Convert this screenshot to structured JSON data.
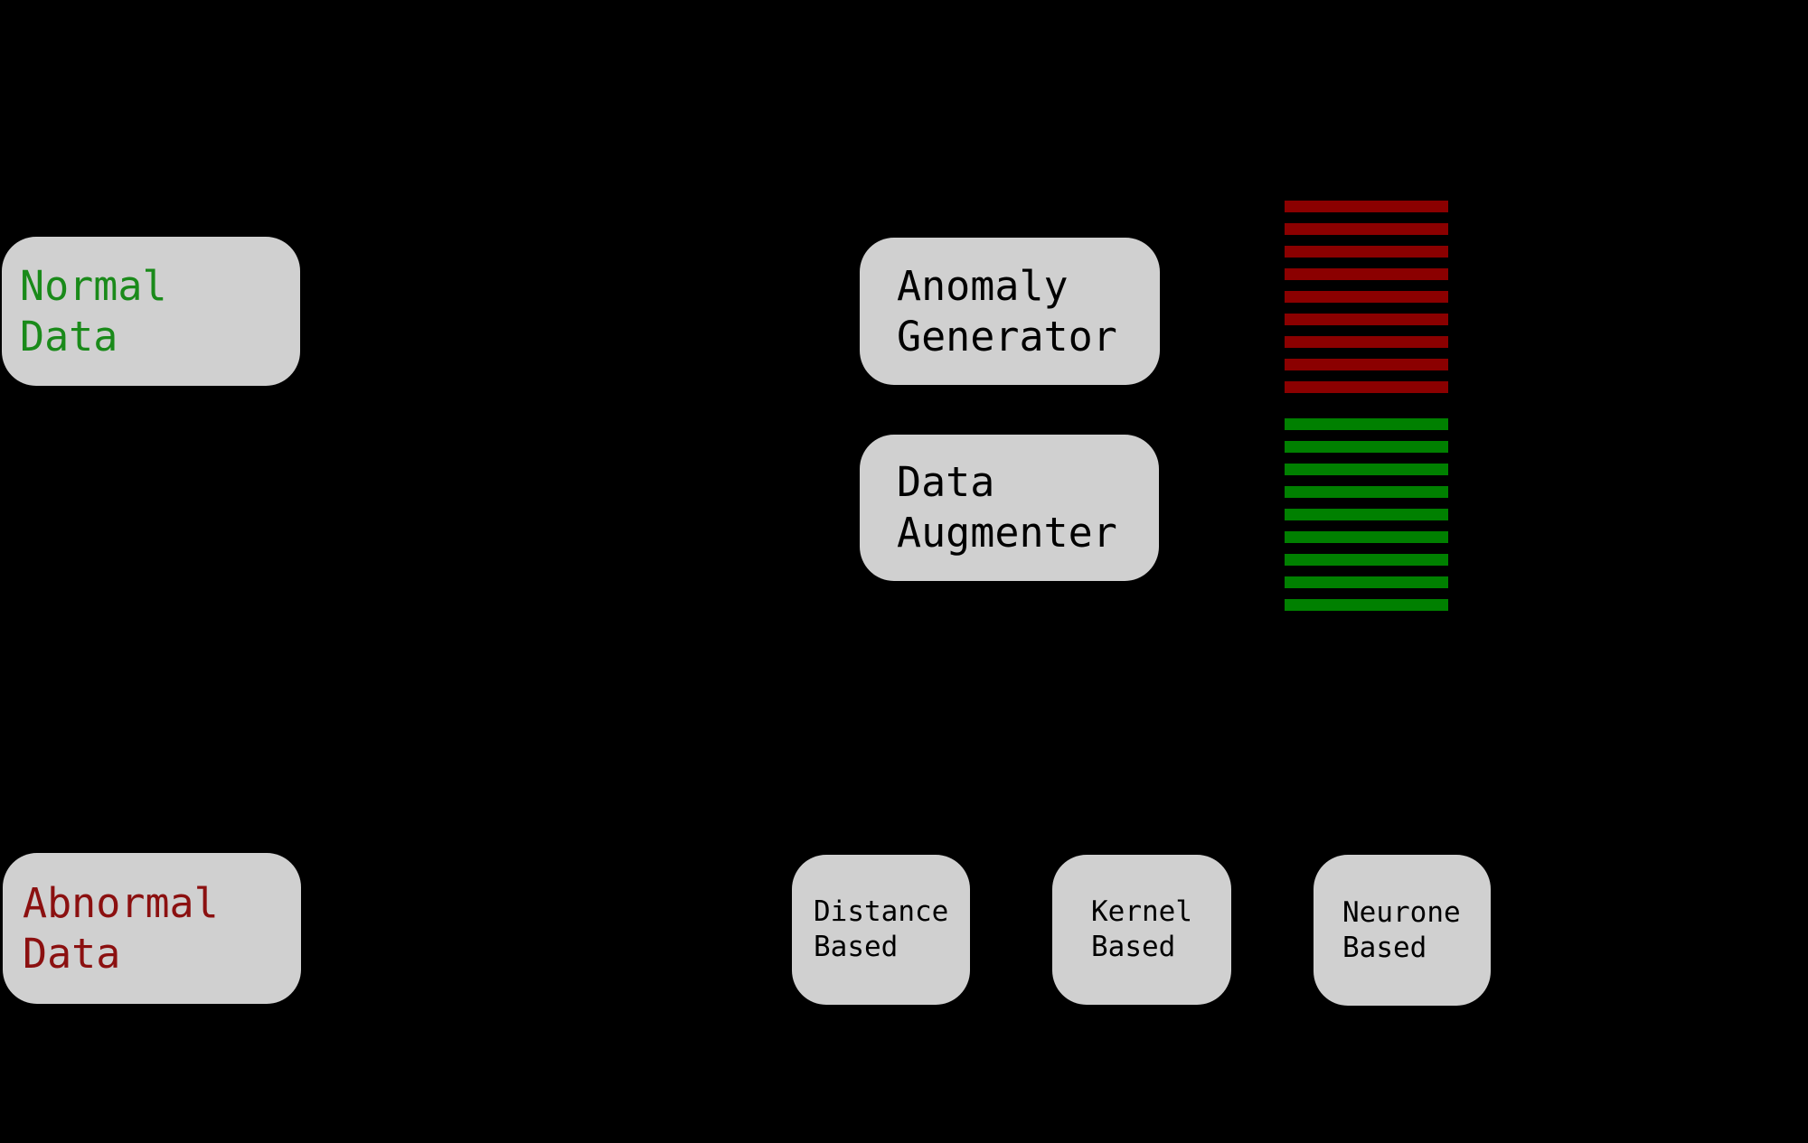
{
  "diagram": {
    "background_color": "#000000",
    "box_background_color": "#d0d0d0",
    "boxes": {
      "normal_data": {
        "label": "Normal\nData",
        "text_color": "#1a8a1a"
      },
      "abnormal_data": {
        "label": "Abnormal\nData",
        "text_color": "#8b1010"
      },
      "anomaly_generator": {
        "label": "Anomaly\nGenerator",
        "text_color": "#000000"
      },
      "data_augmenter": {
        "label": "Data\nAugmenter",
        "text_color": "#000000"
      },
      "distance_based": {
        "label": "Distance\nBased",
        "text_color": "#000000"
      },
      "kernel_based": {
        "label": "Kernel\nBased",
        "text_color": "#000000"
      },
      "neurone_based": {
        "label": "Neurone\nBased",
        "text_color": "#000000"
      }
    },
    "stripes": {
      "red": {
        "count": 9,
        "color": "#8b0000"
      },
      "green": {
        "count": 9,
        "color": "#008000"
      }
    }
  }
}
